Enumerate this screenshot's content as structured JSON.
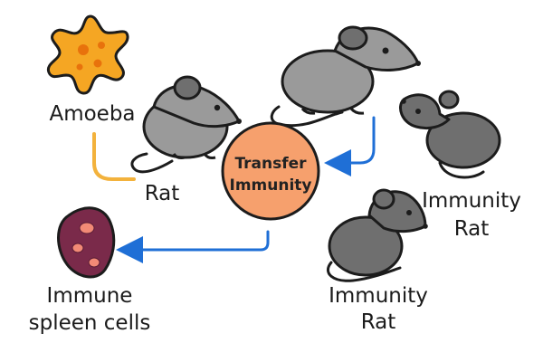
{
  "labels": {
    "amoeba": "Amoeba",
    "rat": "Rat",
    "transfer_line1": "Transfer",
    "transfer_line2": "Immunity",
    "immunity_rat_right_line1": "Immunity",
    "immunity_rat_right_line2": "Rat",
    "immunity_rat_bottom_line1": "Immunity",
    "immunity_rat_bottom_line2": "Rat",
    "spleen_line1": "Immune",
    "spleen_line2": "spleen cells"
  },
  "colors": {
    "rat_body": "#9a9a9a",
    "rat_dark": "#6f6f6f",
    "outline": "#1c1c1c",
    "amoeba_fill": "#f5a623",
    "amoeba_spots": "#e8720c",
    "circle_fill": "#f6a06d",
    "arrow_blue": "#1f6fd6",
    "connector_orange": "#f3b23c",
    "spleen_fill": "#7a2a4a",
    "spleen_cells": "#f28a76"
  }
}
